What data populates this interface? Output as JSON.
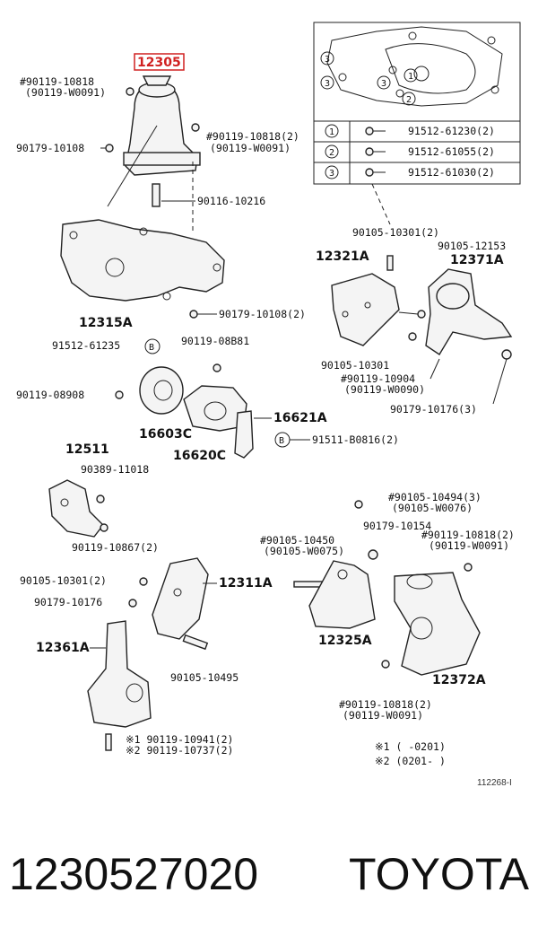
{
  "highlight": {
    "part": "12305",
    "color": "#d02020"
  },
  "labels": {
    "p90119_10818_a": "#90119-10818",
    "p90119_w0091_a": "(90119-W0091)",
    "p90179_10108_a": "90179-10108",
    "p90119_10818_b": "#90119-10818(2)",
    "p90119_w0091_b": "(90119-W0091)",
    "p90116_10216": "90116-10216",
    "p12315a": "12315A",
    "p90179_10108_b": "90179-10108(2)",
    "p91512_61230": "91512-61230(2)",
    "p91512_61055": "91512-61055(2)",
    "p91512_61030": "91512-61030(2)",
    "p90105_10301_a": "90105-10301(2)",
    "p90105_12153": "90105-12153",
    "p12321a": "12321A",
    "p12371a": "12371A",
    "p90105_10301_b": "90105-10301",
    "p90119_10904": "#90119-10904",
    "p90119_w0090": "(90119-W0090)",
    "p90179_10176_a": "90179-10176(3)",
    "p91512_61235": "91512-61235",
    "p90119_08b81": "90119-08B81",
    "p90119_08908": "90119-08908",
    "p16603c": "16603C",
    "p16621a": "16621A",
    "p16620c": "16620C",
    "p91511_b0816": "91511-B0816(2)",
    "p12511": "12511",
    "p90389_11018": "90389-11018",
    "p90119_10867": "90119-10867(2)",
    "p90105_10494": "#90105-10494(3)",
    "p90105_w0076": "(90105-W0076)",
    "p90179_10154": "90179-10154",
    "p90105_10450": "#90105-10450",
    "p90105_w0075": "(90105-W0075)",
    "p90119_10818_c": "#90119-10818(2)",
    "p90119_w0091_c": "(90119-W0091)",
    "p90105_10301_c": "90105-10301(2)",
    "p12311a": "12311A",
    "p90179_10176_b": "90179-10176",
    "p12361a": "12361A",
    "p12325a": "12325A",
    "p12372a": "12372A",
    "p90105_10495": "90105-10495",
    "p90119_10818_d": "#90119-10818(2)",
    "p90119_w0091_d": "(90119-W0091)",
    "p90119_10941": "※1 90119-10941(2)",
    "p90119_10737": "※2 90119-10737(2)",
    "note1": "※1 (        -0201)",
    "note2": "※2 (0201-        )",
    "ref_code": "112268-I",
    "num1": "1",
    "num2": "2",
    "num3": "3",
    "B1": "B",
    "B2": "B"
  },
  "footer": {
    "part_number": "1230527020",
    "brand": "TOYOTA"
  }
}
